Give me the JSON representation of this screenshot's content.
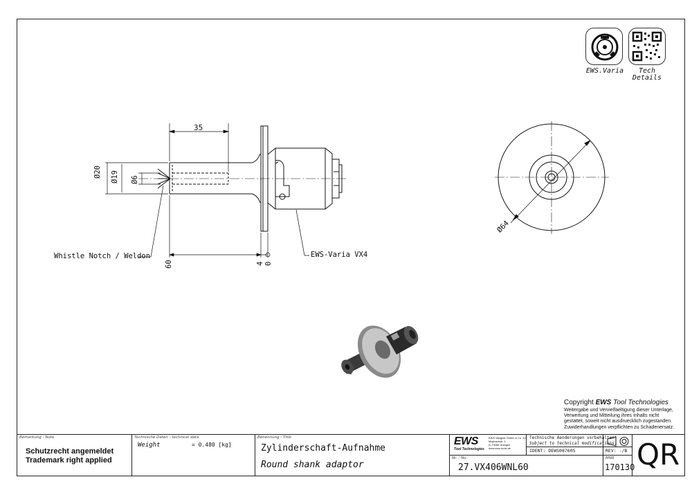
{
  "icons": {
    "varia_label": "EWS.Varia",
    "tech_label_1": "Tech",
    "tech_label_2": "Details",
    "varia_icon": "varia-interface-icon",
    "qr_icon": "qr-code-icon"
  },
  "drawing": {
    "dim_35": "35",
    "dim_d20": "Ø20",
    "dim_d19": "Ø19",
    "dim_d6": "Ø6",
    "dim_d64": "Ø64",
    "dim_60": "60",
    "dim_4": "4",
    "dim_0": "0",
    "callout_weldon": "Whistle Notch / Weldon",
    "callout_varia": "EWS-Varia VX4"
  },
  "copyright": {
    "prefix": "Copyright ",
    "brand": "EWS",
    "suffix": " Tool Technologies",
    "lines": [
      "Weitergabe und Vervielfaeltigung dieser Unterlage,",
      "Verwertung und Mitteilung ihres Inhalts nicht",
      "gestattet, soweit nicht ausdruecklich zugestanden.",
      "Zuwiderhandlungen verpflichten zu Schadenersatz."
    ]
  },
  "title_block": {
    "remark_caption": "Bemerkung - Note",
    "remark_line1": "Schutzrecht angemeldet",
    "remark_line2": "Trademark right applied",
    "tech_caption": "Technische Daten - technical data",
    "weight_label": "Weight",
    "weight_value": "=  0.480 [kg]",
    "title_caption": "Benennung - Title",
    "title_de": "Zylinderschaft-Aufnahme",
    "title_en": "Round shank adaptor",
    "logo_text": "EWS",
    "logo_sub": "Tool Technologies",
    "company_line1": "EWS Weigele GmbH & Co. KG",
    "company_line2": "Maybachstr. 1",
    "company_line3": "D-73066 Uhingen",
    "company_line4": "www.ews-tools.de",
    "changes_de": "Technische Aenderungen vorbehalten!",
    "changes_en": "Subject to technical modifications!",
    "ident": "IDENT: DEWS087605",
    "rev": "REV: -/B",
    "nr_caption": "Nr. - No.",
    "part_number": "27.VX406WNL60",
    "mnr_caption": "MNR",
    "mnr": "170130",
    "qr_text": "QR"
  },
  "colors": {
    "line": "#111111",
    "part_dark": "#2b2b2b"
  }
}
